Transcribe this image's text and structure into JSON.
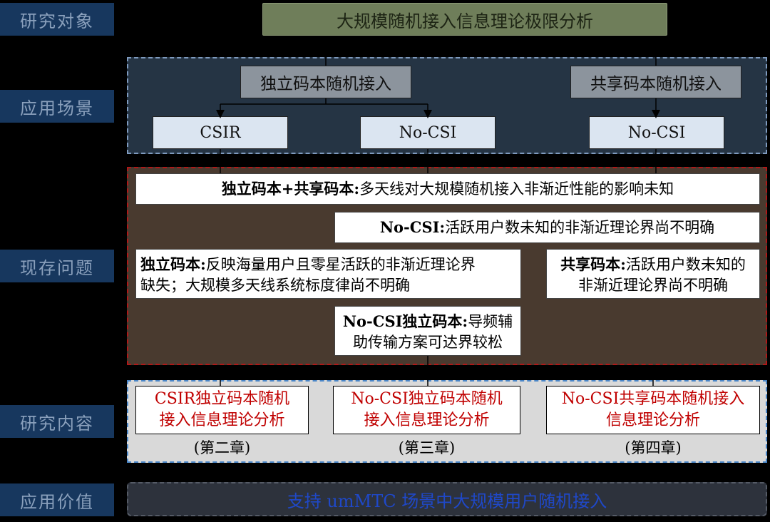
{
  "side_labels": {
    "research_object": "研究对象",
    "application_scenario": "应用场景",
    "existing_problems": "现存问题",
    "research_content": "研究内容",
    "application_value": "应用价值"
  },
  "title": "大规模随机接入信息理论极限分析",
  "scenarios": {
    "independent": "独立码本随机接入",
    "shared": "共享码本随机接入",
    "csir": "CSIR",
    "nocsi_independent": "No-CSI",
    "nocsi_shared": "No-CSI"
  },
  "problems": {
    "p1_bold": "独立码本+共享码本:",
    "p1_text": "多天线对大规模随机接入非渐近性能的影响未知",
    "p2_bold": "No-CSI:",
    "p2_text": "活跃用户数未知的非渐近理论界尚不明确",
    "p3_bold": "独立码本:",
    "p3_text_line1": "反映海量用户且零星活跃的非渐近理论界",
    "p3_text_line2": "缺失；大规模多天线系统标度律尚不明确",
    "p4_bold": "共享码本:",
    "p4_text_line1": "活跃用户数未知的",
    "p4_text_line2": "非渐近理论界尚不明确",
    "p5_bold": "No-CSI独立码本:",
    "p5_text_line1": "导频辅",
    "p5_text_line2": "助传输方案可达界较松"
  },
  "contents": [
    {
      "line1": "CSIR独立码本随机",
      "line2": "接入信息理论分析",
      "chapter": "(第二章)"
    },
    {
      "line1": "No-CSI独立码本随机",
      "line2": "接入信息理论分析",
      "chapter": "(第三章)"
    },
    {
      "line1": "No-CSI共享码本随机接入",
      "line2": "信息理论分析",
      "chapter": "(第四章)"
    }
  ],
  "value": "支持 umMTC 场景中大规模用户随机接入",
  "colors": {
    "side_label_bg": "#17375e",
    "title_bg": "#6f7e5a",
    "scenario_bg": "#253444",
    "problem_bg": "#493a2f",
    "problem_border": "#b01818",
    "content_bg": "#d9d9d9",
    "content_text": "#c00000",
    "value_text": "#1f48c8"
  }
}
